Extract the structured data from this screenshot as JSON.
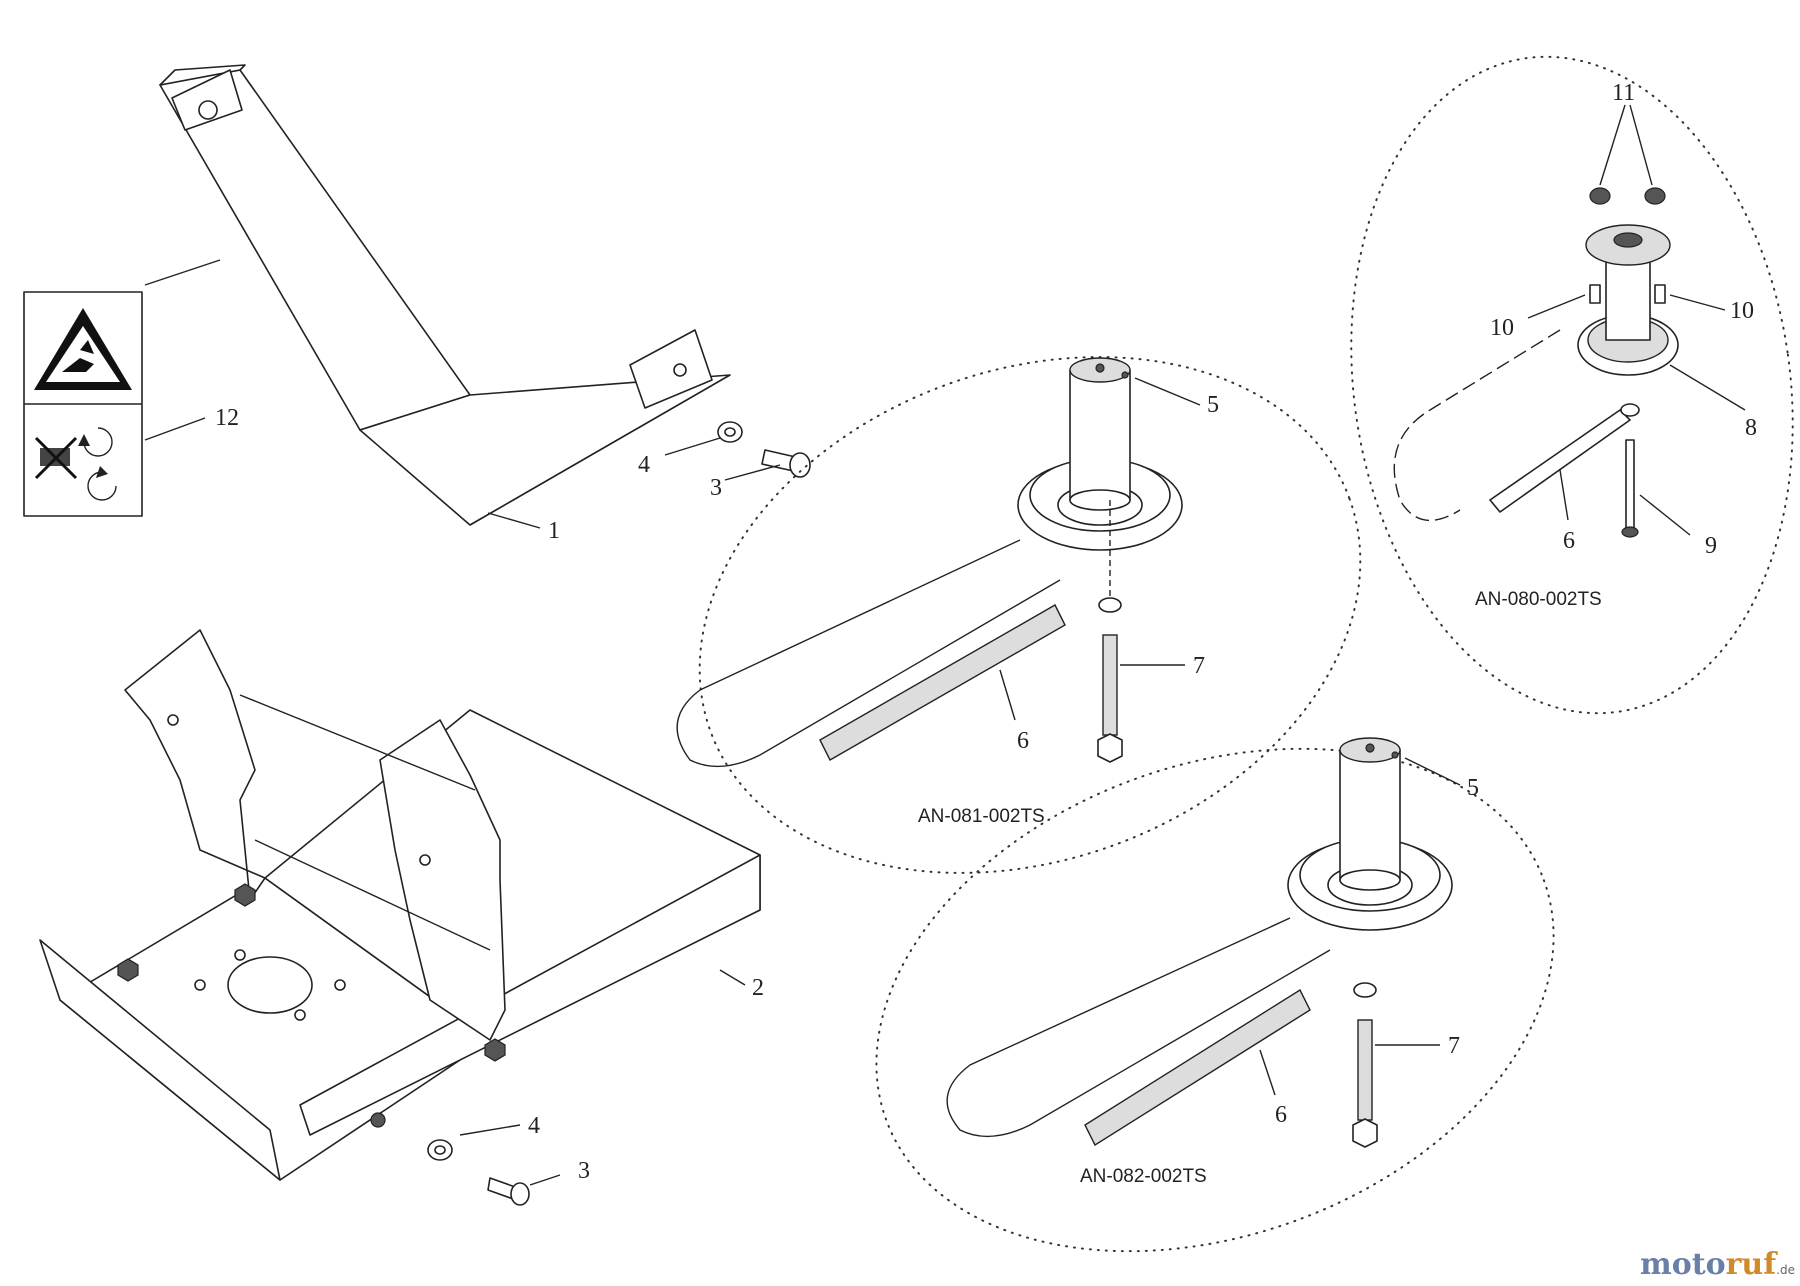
{
  "callouts": {
    "c1": "1",
    "c2": "2",
    "c3a": "3",
    "c3b": "3",
    "c4a": "4",
    "c4b": "4",
    "c5a": "5",
    "c5b": "5",
    "c6a": "6",
    "c6b": "6",
    "c6c": "6",
    "c7a": "7",
    "c7b": "7",
    "c8": "8",
    "c9": "9",
    "c10a": "10",
    "c10b": "10",
    "c11": "11",
    "c12": "12"
  },
  "assemblies": {
    "a081": "AN-081-002TS",
    "a082": "AN-082-002TS",
    "a080": "AN-080-002TS"
  },
  "watermark": {
    "a": "moto",
    "b": "ruf",
    "c": ".de"
  },
  "icons": {
    "warning": "hand-crush-warning-icon",
    "rotation": "no-rotation-hand-icon"
  }
}
